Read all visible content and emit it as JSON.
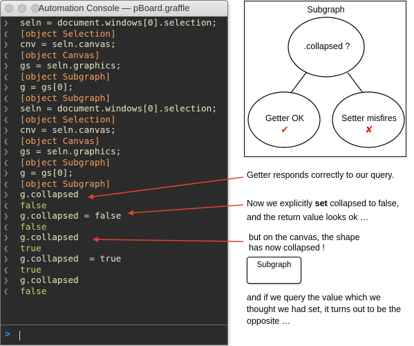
{
  "window": {
    "title": "Automation Console — pBoard.graffle"
  },
  "console_lines": [
    {
      "dir": "in",
      "text": "seln = document.windows[0].selection;"
    },
    {
      "dir": "out",
      "text": "[object Selection]"
    },
    {
      "dir": "in",
      "text": "cnv = seln.canvas;"
    },
    {
      "dir": "out",
      "text": "[object Canvas]"
    },
    {
      "dir": "in",
      "text": "gs = seln.graphics;"
    },
    {
      "dir": "out",
      "text": "[object Subgraph]"
    },
    {
      "dir": "in",
      "text": "g = gs[0];"
    },
    {
      "dir": "out",
      "text": "[object Subgraph]"
    },
    {
      "dir": "in",
      "text": "seln = document.windows[0].selection;"
    },
    {
      "dir": "out",
      "text": "[object Selection]"
    },
    {
      "dir": "in",
      "text": "cnv = seln.canvas;"
    },
    {
      "dir": "out",
      "text": "[object Canvas]"
    },
    {
      "dir": "in",
      "text": "gs = seln.graphics;"
    },
    {
      "dir": "out",
      "text": "[object Subgraph]"
    },
    {
      "dir": "in",
      "text": "g = gs[0];"
    },
    {
      "dir": "out",
      "text": "[object Subgraph]"
    },
    {
      "dir": "in",
      "text": "g.collapsed"
    },
    {
      "dir": "ret",
      "text": "false"
    },
    {
      "dir": "in",
      "text": "g.collapsed = false"
    },
    {
      "dir": "ret",
      "text": "false"
    },
    {
      "dir": "in",
      "text": "g.collapsed"
    },
    {
      "dir": "ret",
      "text": "true"
    },
    {
      "dir": "in",
      "text": "g.collapsed  = true"
    },
    {
      "dir": "ret",
      "text": "true"
    },
    {
      "dir": "in",
      "text": "g.collapsed"
    },
    {
      "dir": "ret",
      "text": "false"
    }
  ],
  "prompt_symbol": ">",
  "diagram": {
    "title": "Subgraph",
    "top_node": ".collapsed ?",
    "left_node": "Getter OK",
    "left_mark": "✔",
    "right_node": "Setter misfires",
    "right_mark": "✘",
    "mark_color": "#e0301e"
  },
  "annotations": {
    "getter": "Getter responds correctly to our query.",
    "explicit_1_pre": "Now we explicitly ",
    "explicit_1_bold": "set",
    "explicit_1_post": " collapsed to false,",
    "explicit_2": "and the return value looks ok …",
    "canvas_1": "but on the canvas, the shape",
    "canvas_2": "has now collapsed !",
    "small_box_label": "Subgraph",
    "query_1": "and if we query the value which we",
    "query_2": "thought we had set, it turns out to be the",
    "query_3": "opposite …"
  },
  "colors": {
    "arrow": "#e8402a",
    "input_text": "#e6e6c8",
    "output_text": "#f0a060",
    "return_text": "#b4d870",
    "console_bg": "#2b2b2b"
  }
}
